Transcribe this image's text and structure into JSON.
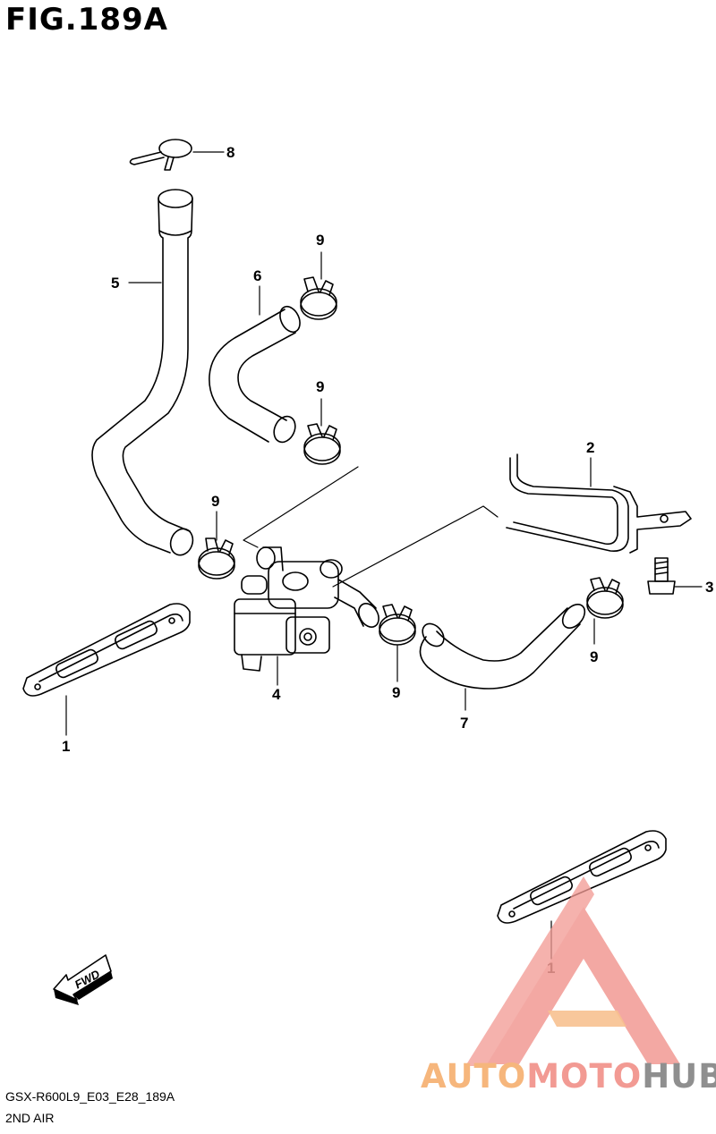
{
  "figure": {
    "title": "FIG.189A",
    "model_code": "GSX-R600L9_E03_E28_189A",
    "section_name": "2ND AIR"
  },
  "callouts": [
    {
      "id": "c8",
      "label": "8"
    },
    {
      "id": "c9a",
      "label": "9"
    },
    {
      "id": "c5",
      "label": "5"
    },
    {
      "id": "c6",
      "label": "6"
    },
    {
      "id": "c9b",
      "label": "9"
    },
    {
      "id": "c2",
      "label": "2"
    },
    {
      "id": "c9c",
      "label": "9"
    },
    {
      "id": "c3",
      "label": "3"
    },
    {
      "id": "c9d",
      "label": "9"
    },
    {
      "id": "c9e",
      "label": "9"
    },
    {
      "id": "c4",
      "label": "4"
    },
    {
      "id": "c7",
      "label": "7"
    },
    {
      "id": "c1a",
      "label": "1"
    },
    {
      "id": "c1b",
      "label": "1"
    }
  ],
  "fwd_label": "FWD",
  "watermark": {
    "part1": "AUTO",
    "part2": "MOTO",
    "part3": "HUB",
    "colors": {
      "auto": "#f6b67c",
      "moto": "#f29a93",
      "hub": "#8f8f8f",
      "logo": "#f08c84"
    }
  }
}
